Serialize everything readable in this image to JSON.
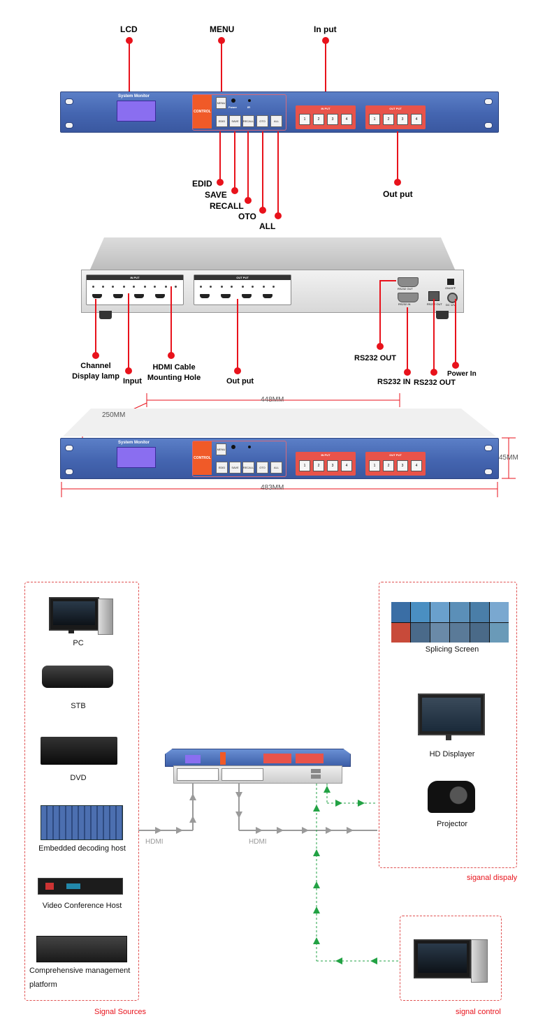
{
  "top": {
    "lcd": "LCD",
    "menu": "MENU",
    "in_put": "In put",
    "edid": "EDID",
    "save": "SAVE",
    "recall": "RECALL",
    "oto": "OTO",
    "all": "ALL",
    "out_put": "Out put"
  },
  "front_panel": {
    "system_monitor": "System Monitor",
    "control": "CONTROL",
    "menu_key": "MENU",
    "power": "Power",
    "ir": "IR",
    "keys": [
      "EDID",
      "SAVE",
      "RECALL",
      "OTO",
      "ALL"
    ],
    "in_put_head": "IN PUT",
    "out_put_head": "OUT PUT",
    "numbers": [
      "1",
      "2",
      "3",
      "4"
    ]
  },
  "rear": {
    "in_put_head": "IN PUT",
    "out_put_head": "OUT PUT",
    "rs232_out_port": "RS232 OUT",
    "rs232_in_port": "RS232 IN",
    "on_off": "ON/OFF",
    "dc12v": "DC 12V",
    "labels": {
      "channel_display_lamp_1": "Channel",
      "channel_display_lamp_2": "Display lamp",
      "input": "Input",
      "hdmi_cable_1": "HDMI Cable",
      "hdmi_cable_2": "Mounting Hole",
      "out_put": "Out put",
      "rs232_out": "RS232 OUT",
      "rs232_in": "RS232 IN",
      "rs232_out_2": "RS232 OUT",
      "power_in": "Power In"
    }
  },
  "dimensions": {
    "depth": "250MM",
    "inner_width": "448MM",
    "height": "45MM",
    "outer_width": "483MM"
  },
  "connection": {
    "sources": [
      "PC",
      "STB",
      "DVD",
      "Embedded decoding host",
      "Video Conference Host",
      "Comprehensive management",
      "platform"
    ],
    "sources_caption": "Signal Sources",
    "displays": [
      "Splicing Screen",
      "HD Displayer",
      "Projector"
    ],
    "display_caption": "siganal dispaly",
    "control_caption": "signal control",
    "hdmi_in": "HDMI",
    "hdmi_out": "HDMI"
  }
}
